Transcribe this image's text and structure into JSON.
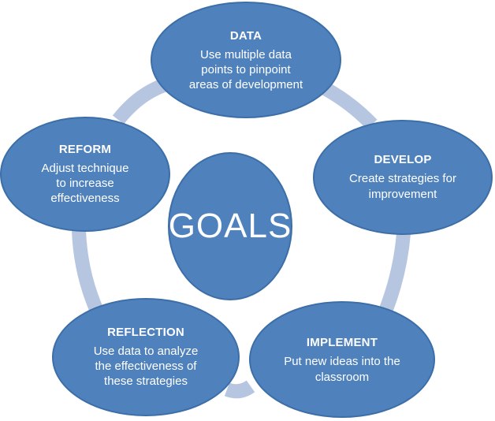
{
  "center": {
    "label": "GOALS"
  },
  "nodes": [
    {
      "id": "data",
      "title": "DATA",
      "lines": [
        "Use multiple data",
        "points to pinpoint",
        "areas of development"
      ]
    },
    {
      "id": "develop",
      "title": "DEVELOP",
      "lines": [
        "Create strategies for",
        "improvement"
      ]
    },
    {
      "id": "implement",
      "title": "IMPLEMENT",
      "lines": [
        "Put new ideas into the",
        "classroom"
      ]
    },
    {
      "id": "reflection",
      "title": "REFLECTION",
      "lines": [
        "Use data to analyze",
        "the effectiveness of",
        "these strategies"
      ]
    },
    {
      "id": "reform",
      "title": "REFORM",
      "lines": [
        "Adjust technique",
        "to increase",
        "effectiveness"
      ]
    }
  ],
  "colors": {
    "node_fill": "#4f81bd",
    "node_stroke": "#3c6ea8",
    "ring": "#b7c6e0"
  }
}
